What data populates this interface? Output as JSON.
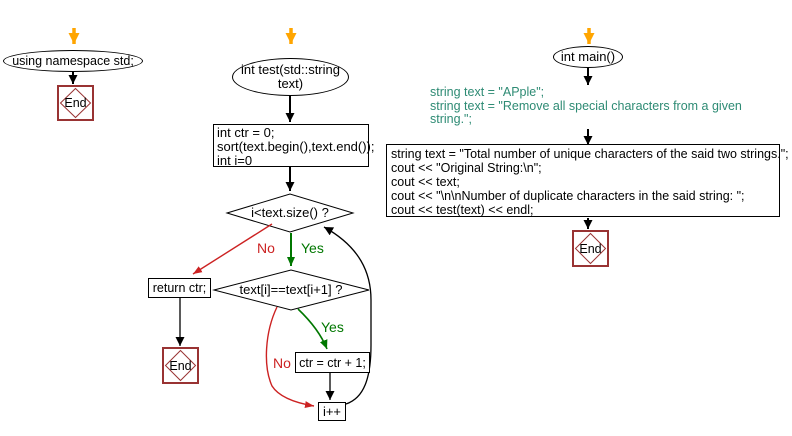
{
  "palette": {
    "flow_black": "#000000",
    "start_arrow_orange": "#FFA500",
    "branch_no_red": "#CC2222",
    "branch_yes_green": "#007700",
    "code_comment_green": "#2E8B74",
    "terminator_border": "#993333",
    "background": "#FFFFFF"
  },
  "left_flow": {
    "start": "using namespace std;",
    "end_label": "End"
  },
  "test_flow": {
    "start_lines": [
      "int test(std::string",
      "text)"
    ],
    "init_box": {
      "lines": [
        "int ctr = 0;",
        "sort(text.begin(),text.end());",
        "int i=0"
      ]
    },
    "loop_condition": "i<text.size() ?",
    "dup_condition": "text[i]==text[i+1] ?",
    "labels": {
      "no": "No",
      "yes": "Yes"
    },
    "return_box": "return ctr;",
    "increment_box": "ctr = ctr + 1;",
    "step_box": "i++",
    "end_label": "End"
  },
  "main_flow": {
    "start": "int main()",
    "comment_lines": [
      "string text = \"APple\";",
      "string text = \"Remove all special characters from a given",
      "string.\";"
    ],
    "body_box": {
      "lines": [
        "string text = \"Total number of unique characters of the said two strings.\";",
        "cout << \"Original String:\\n\";",
        "cout << text;",
        "cout << \"\\n\\nNumber of duplicate characters in the said string: \";",
        "cout << test(text) << endl;"
      ]
    },
    "end_label": "End"
  }
}
